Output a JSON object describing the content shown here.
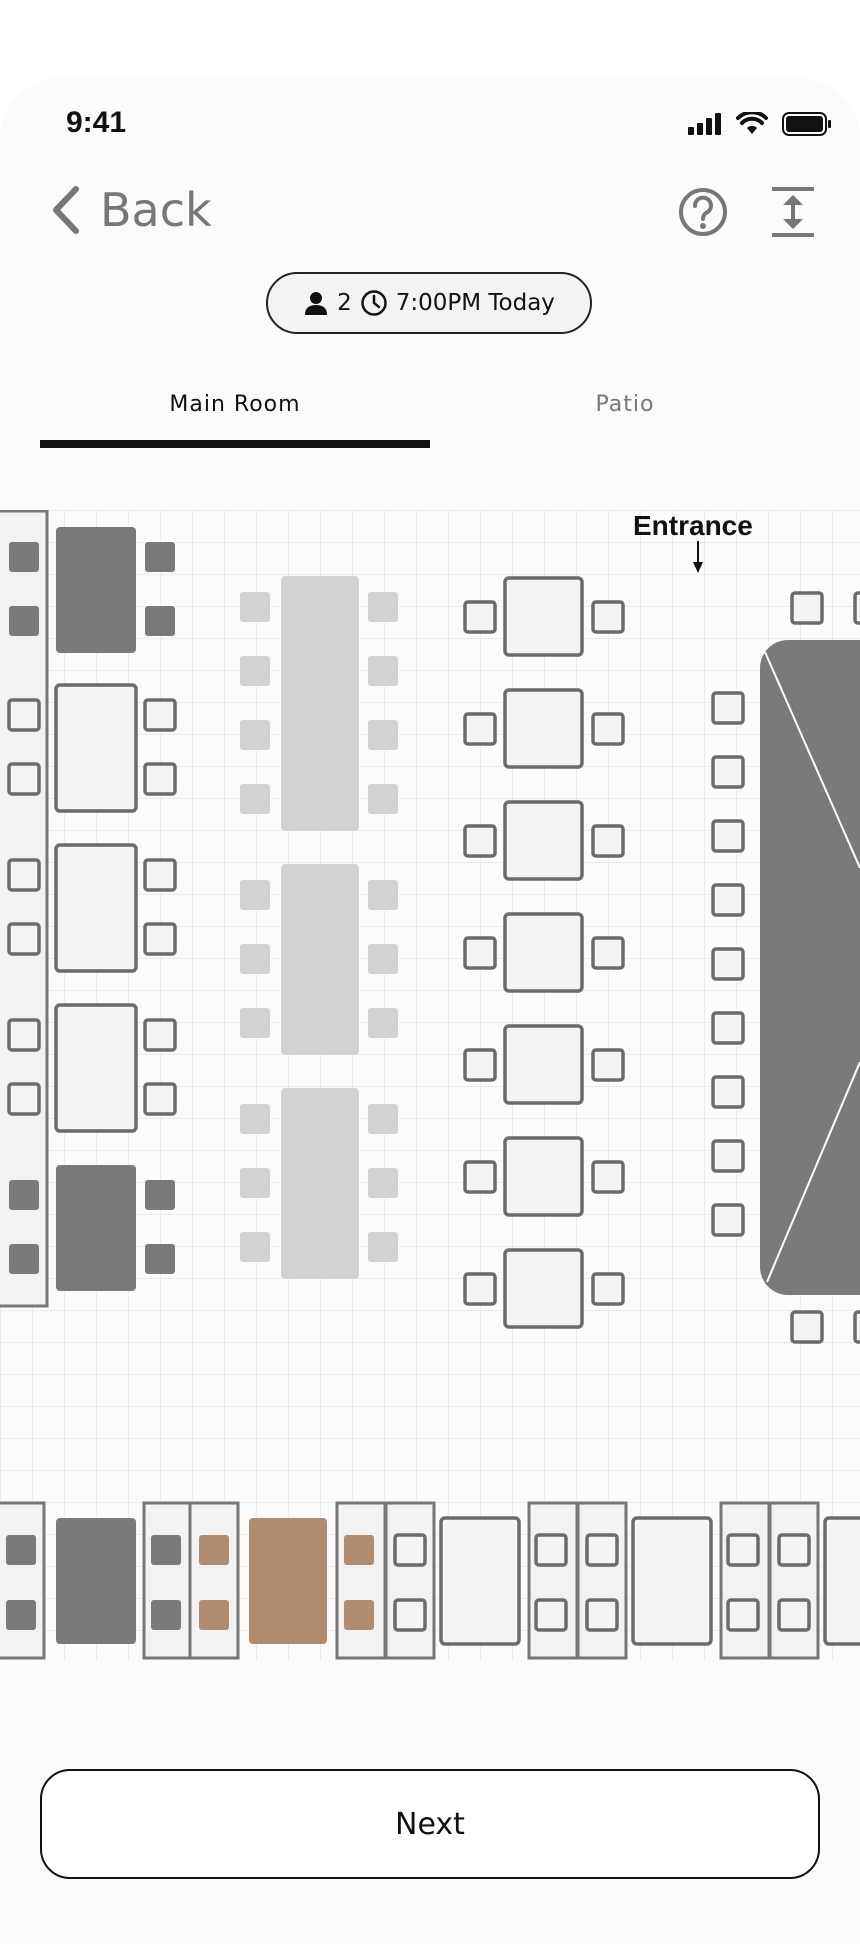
{
  "status_bar": {
    "time": "9:41"
  },
  "nav": {
    "back_label": "Back"
  },
  "reservation": {
    "party_size": "2",
    "time_label": "7:00PM Today"
  },
  "tabs": [
    {
      "label": "Main Room",
      "active": true
    },
    {
      "label": "Patio",
      "active": false
    }
  ],
  "floor_plan": {
    "entrance_label": "Entrance",
    "colors": {
      "unavailable": "#7a7a7a",
      "available_outline": "#6b6b6b",
      "available_fill": "#f4f4f4",
      "disabled": "#d2d2d2",
      "selected": "#b08c70",
      "grid": "#e6e6e6"
    }
  },
  "footer": {
    "next_label": "Next"
  },
  "icons": [
    "chevron-left-icon",
    "help-icon",
    "expand-vertical-icon",
    "person-icon",
    "clock-icon",
    "cellular-signal-icon",
    "wifi-icon",
    "battery-icon"
  ]
}
